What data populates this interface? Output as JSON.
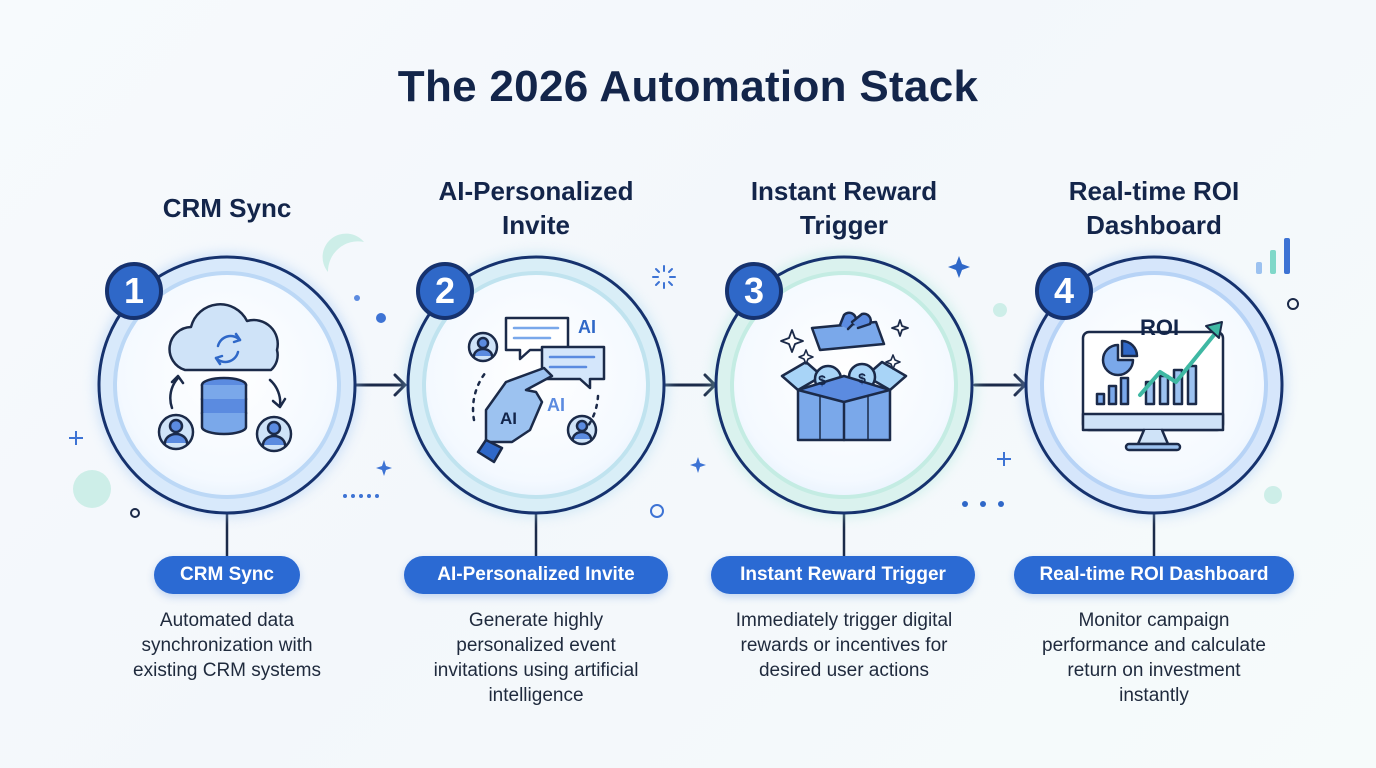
{
  "title": "The 2026 Automation Stack",
  "colors": {
    "primary": "#2b6ad3",
    "navy": "#13254a",
    "teal": "#7fd8c9",
    "ring_light": "#cfe3f8"
  },
  "steps": [
    {
      "number": "1",
      "heading": "CRM Sync",
      "label": "CRM Sync",
      "description": "Automated data\nsynchronization with\nexisting CRM systems",
      "icon": "cloud-database-sync-icon"
    },
    {
      "number": "2",
      "heading": "AI-Personalized\nInvite",
      "label": "AI-Personalized Invite",
      "description": "Generate highly\npersonalized event\ninvitations using artificial\nintelligence",
      "icon": "robot-hand-chat-icon",
      "icon_text": [
        "AI",
        "AI",
        "AI"
      ]
    },
    {
      "number": "3",
      "heading": "Instant Reward\nTrigger",
      "label": "Instant Reward Trigger",
      "description": "Immediately trigger digital\nrewards or incentives for\ndesired user actions",
      "icon": "gift-box-coins-icon",
      "icon_text": [
        "$",
        "$"
      ]
    },
    {
      "number": "4",
      "heading": "Real-time ROI\nDashboard",
      "label": "Real-time ROI Dashboard",
      "description": "Monitor campaign\nperformance and calculate\nreturn on investment\ninstantly",
      "icon": "monitor-roi-chart-icon",
      "icon_text": [
        "ROI"
      ]
    }
  ]
}
